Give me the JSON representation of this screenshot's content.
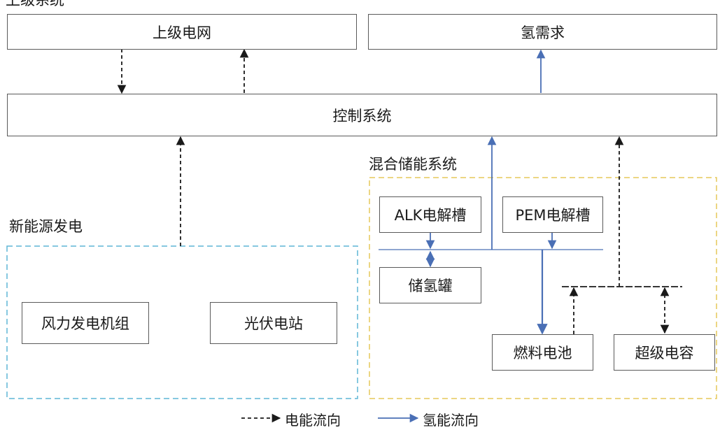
{
  "groups": {
    "upper_system": "上级系统",
    "new_energy": "新能源发电",
    "hybrid_storage": "混合储能系统"
  },
  "nodes": {
    "upper_grid": "上级电网",
    "hydrogen_demand": "氢需求",
    "control_system": "控制系统",
    "wind_turbine": "风力发电机组",
    "pv_station": "光伏电站",
    "alk_electrolyzer": "ALK电解槽",
    "pem_electrolyzer": "PEM电解槽",
    "hydrogen_tank": "储氢罐",
    "fuel_cell": "燃料电池",
    "supercapacitor": "超级电容"
  },
  "legend": {
    "electric_flow": "电能流向",
    "hydrogen_flow": "氢能流向"
  },
  "colors": {
    "electric": "#1a1a1a",
    "hydrogen": "#4a6fb5",
    "new_energy_border": "#5fb6d6",
    "storage_border": "#e6c95a"
  }
}
